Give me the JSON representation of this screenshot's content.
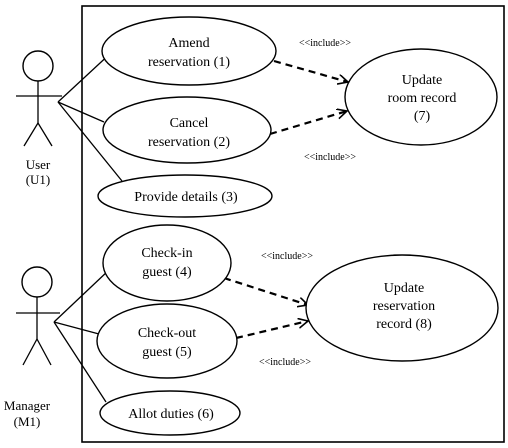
{
  "actors": {
    "user": {
      "name": "User",
      "id": "(U1)"
    },
    "manager": {
      "name": "Manager",
      "id": "(M1)"
    }
  },
  "use_cases": {
    "amend_reservation": [
      "Amend",
      "reservation (1)"
    ],
    "cancel_reservation": [
      "Cancel",
      "reservation (2)"
    ],
    "provide_details": [
      "Provide details (3)"
    ],
    "update_room_record": [
      "Update",
      "room record",
      "(7)"
    ],
    "check_in_guest": [
      "Check-in",
      "guest (4)"
    ],
    "check_out_guest": [
      "Check-out",
      "guest (5)"
    ],
    "update_reservation_record": [
      "Update",
      "reservation",
      "record (8)"
    ],
    "allot_duties": [
      "Allot duties (6)"
    ]
  },
  "include_label": "<<include>>"
}
